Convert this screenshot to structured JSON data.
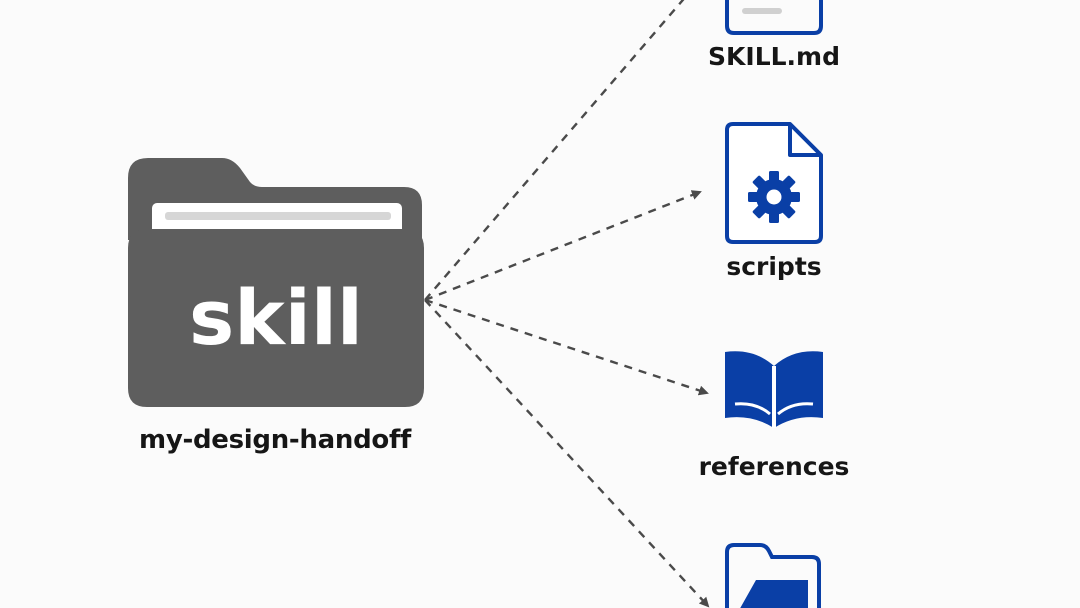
{
  "root_folder": {
    "tab_text": "skill",
    "name": "my-design-handoff"
  },
  "children": [
    {
      "label": "SKILL.md",
      "icon": "document-icon"
    },
    {
      "label": "scripts",
      "icon": "gear-document-icon"
    },
    {
      "label": "references",
      "icon": "open-book-icon"
    },
    {
      "label": "",
      "icon": "folder-icon"
    }
  ],
  "colors": {
    "folder": "#5e5e5e",
    "accent": "#0a3fa6",
    "arrow": "#4a4a4a",
    "text": "#161616",
    "background": "#fbfbfb"
  }
}
